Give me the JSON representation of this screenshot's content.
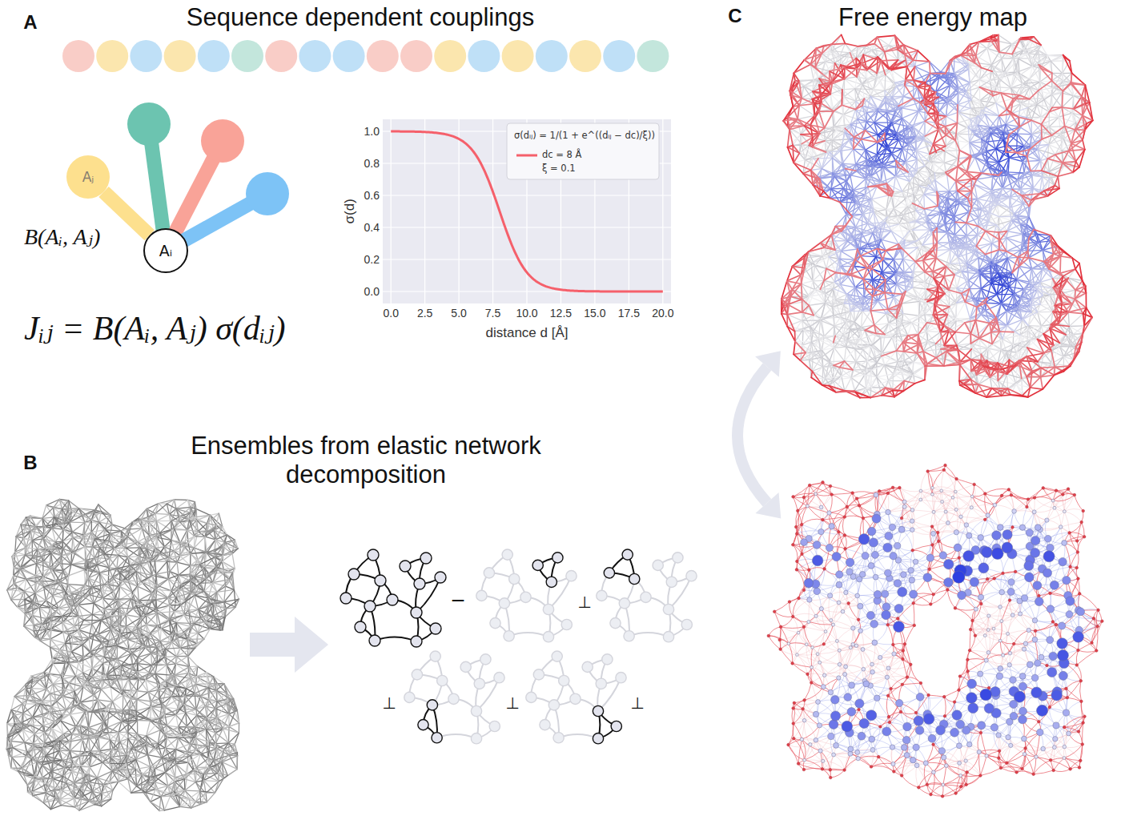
{
  "diagram": {
    "nodes": [
      {
        "text": [
          "Aⱼ"
        ]
      },
      {
        "text": [
          "Aᵢ"
        ]
      }
    ],
    "edges": [
      {
        "from": 0,
        "to": 1,
        "arrow": "none"
      }
    ],
    "labels": [
      "A",
      "Sequence dependent couplings",
      "B(Aᵢ, Aⱼ)",
      "Jᵢⱼ = B(Aᵢ, Aⱼ) σ(dᵢⱼ)",
      "σ(dᵢⱼ) = 1/(1 + e^((dᵢⱼ − dc)/ξ))",
      "ξ = 0.1",
      "1.0",
      "0.8",
      "0.6",
      "0.4",
      "0.2",
      "0.0",
      "0.0",
      "2.5",
      "5.0",
      "7.5",
      "10.0",
      "12.5",
      "15.0",
      "17.5",
      "20.0",
      "σ(d)",
      "distance d [Å]",
      "B",
      "Ensembles from elastic network decomposition",
      "−",
      "⊥",
      "⊥",
      "⊥",
      "⊥",
      "C",
      "Free energy map"
    ],
    "legend": [
      {
        "text": "dc = 8 Å"
      }
    ]
  }
}
